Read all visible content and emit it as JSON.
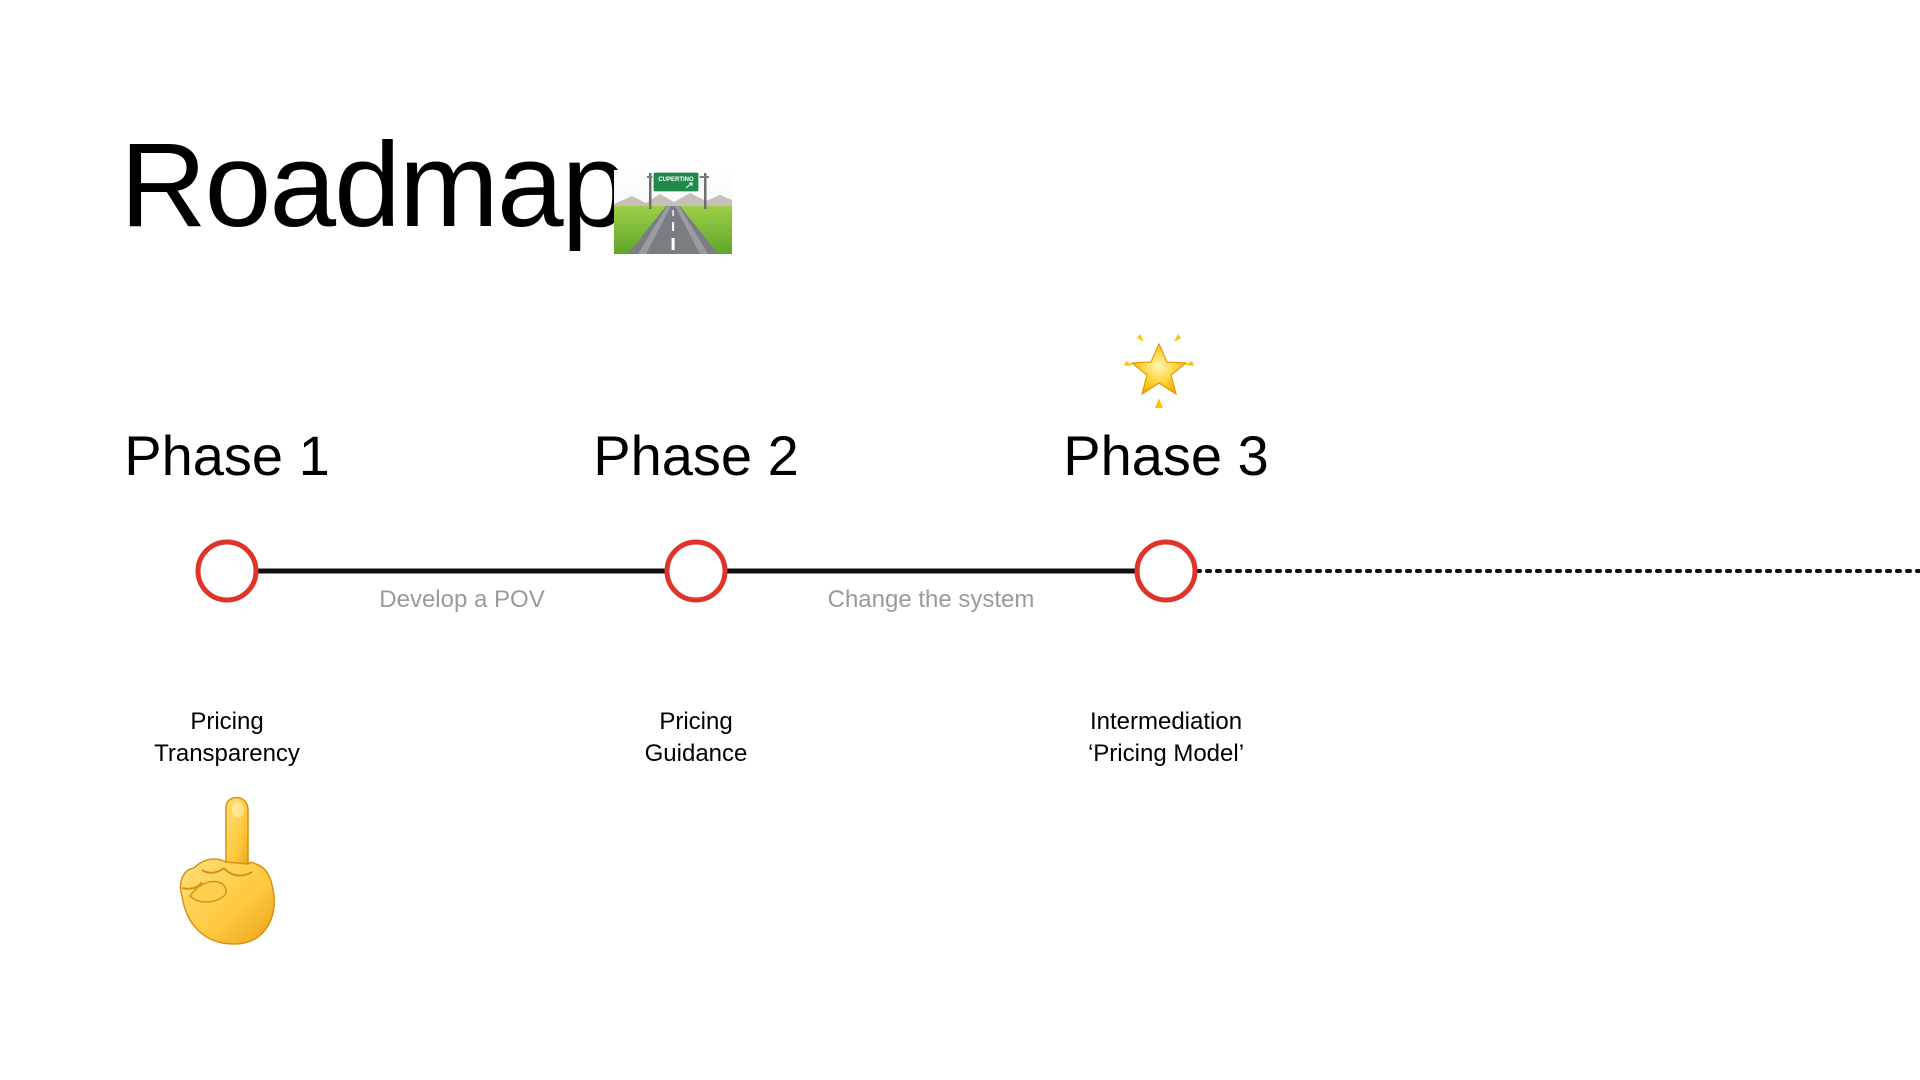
{
  "slide": {
    "title": "Roadmap",
    "icons": {
      "title_icon": "motorway-icon",
      "highlight_icon": "glowing-star-icon",
      "current_phase_icon": "index-pointing-up-icon"
    },
    "road_sign_text": "CUPERTINO",
    "colors": {
      "node_stroke": "#e0332a",
      "line": "#111111",
      "segment_label": "#9a9a9a"
    },
    "phases": [
      {
        "title": "Phase 1",
        "desc_line1": "Pricing",
        "desc_line2": "Transparency"
      },
      {
        "title": "Phase 2",
        "desc_line1": "Pricing",
        "desc_line2": "Guidance"
      },
      {
        "title": "Phase 3",
        "desc_line1": "Intermediation",
        "desc_line2": "‘Pricing Model’"
      }
    ],
    "segments": [
      {
        "label": "Develop a POV"
      },
      {
        "label": "Change the system"
      }
    ]
  }
}
